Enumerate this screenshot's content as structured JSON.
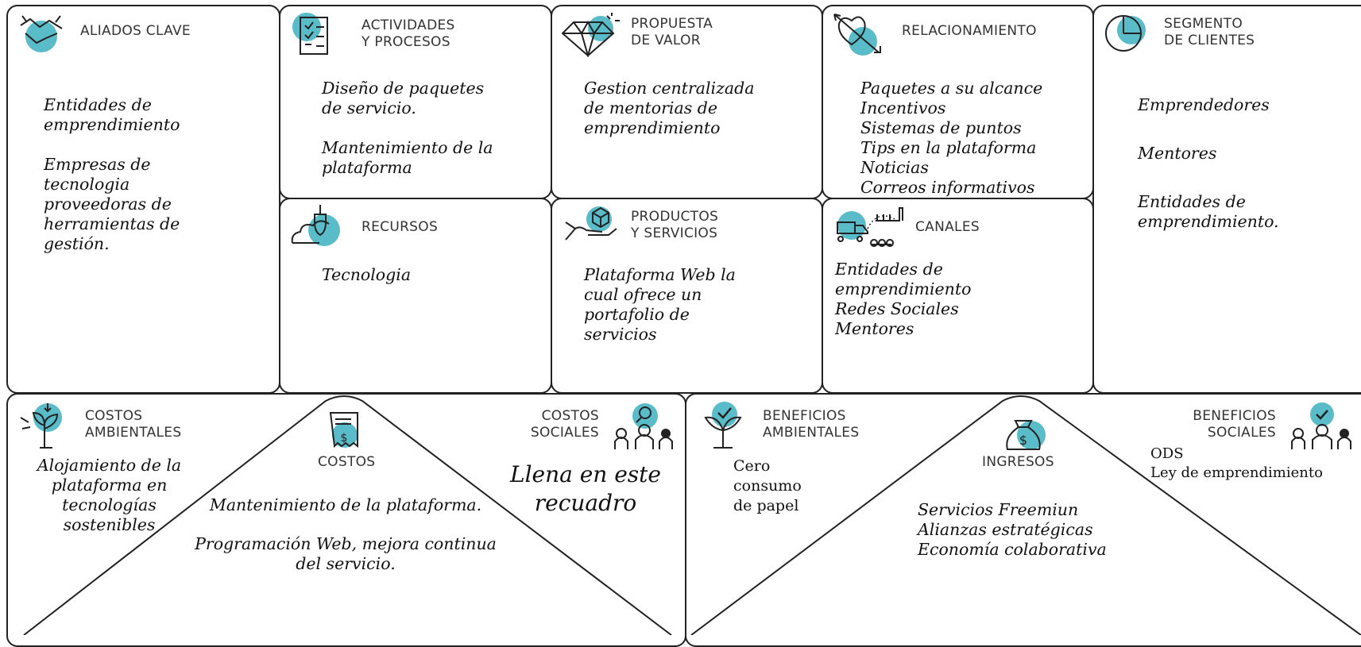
{
  "accent_color": "#5bbcc9",
  "line_color": "#222222",
  "aliados": {
    "title": "ALIADOS CLAVE",
    "icon": "handshake-icon",
    "lines": [
      "Entidades de",
      "emprendimiento",
      "",
      "Empresas de",
      "tecnologia",
      "proveedoras de",
      "herramientas de",
      "gestión."
    ]
  },
  "actividades": {
    "title_1": "ACTIVIDADES",
    "title_2": "Y PROCESOS",
    "icon": "checklist-icon",
    "lines": [
      "Diseño de paquetes",
      "de servicio.",
      "",
      "Mantenimiento de la",
      "plataforma"
    ]
  },
  "recursos": {
    "title": "RECURSOS",
    "icon": "cloud-shield-icon",
    "lines": [
      "Tecnologia"
    ]
  },
  "propuesta": {
    "title_1": "PROPUESTA",
    "title_2": "DE VALOR",
    "icon": "diamond-icon",
    "lines": [
      "Gestion centralizada",
      "de mentorias de",
      "emprendimiento"
    ]
  },
  "productos": {
    "title_1": "PRODUCTOS",
    "title_2": "Y SERVICIOS",
    "icon": "hand-box-icon",
    "lines": [
      "Plataforma Web la",
      "cual ofrece un",
      "portafolio de",
      "servicios"
    ]
  },
  "relacionamiento": {
    "title": "RELACIONAMIENTO",
    "icon": "heart-arrow-icon",
    "lines": [
      "Paquetes a su alcance",
      "Incentivos",
      "Sistemas de puntos",
      "Tips en la plataforma",
      "Noticias",
      "Correos informativos"
    ]
  },
  "canales": {
    "title": "CANALES",
    "icon": "truck-factory-icon",
    "lines": [
      "Entidades de",
      "emprendimiento",
      "Redes Sociales",
      "Mentores"
    ]
  },
  "segmento": {
    "title_1": "SEGMENTO",
    "title_2": "DE CLIENTES",
    "icon": "pie-chart-icon",
    "lines": [
      "Emprendedores",
      "",
      "Mentores",
      "",
      "Entidades de",
      "emprendimiento."
    ]
  },
  "costos_ambientales": {
    "title_1": "COSTOS",
    "title_2": "AMBIENTALES",
    "icon": "plant-arrows-icon",
    "lines": [
      "Alojamiento de la",
      "plataforma en",
      "tecnologías",
      "sostenibles"
    ]
  },
  "costos": {
    "title": "COSTOS",
    "icon": "receipt-icon",
    "lines": [
      "Mantenimiento de la plataforma.",
      "",
      "Programación Web, mejora continua",
      "del servicio."
    ]
  },
  "costos_sociales": {
    "title_1": "COSTOS",
    "title_2": "SOCIALES",
    "icon": "people-search-icon",
    "placeholder_1": "Llena en este",
    "placeholder_2": "recuadro"
  },
  "beneficios_ambientales": {
    "title_1": "BENEFICIOS",
    "title_2": "AMBIENTALES",
    "icon": "plant-check-icon",
    "lines": [
      "Cero",
      "consumo",
      "de papel"
    ]
  },
  "ingresos": {
    "title": "INGRESOS",
    "icon": "money-bag-icon",
    "lines": [
      "Servicios Freemiun",
      "Alianzas estratégicas",
      "Economía colaborativa"
    ]
  },
  "beneficios_sociales": {
    "title_1": "BENEFICIOS",
    "title_2": "SOCIALES",
    "icon": "people-check-icon",
    "lines": [
      "ODS",
      "Ley de emprendimiento"
    ]
  }
}
